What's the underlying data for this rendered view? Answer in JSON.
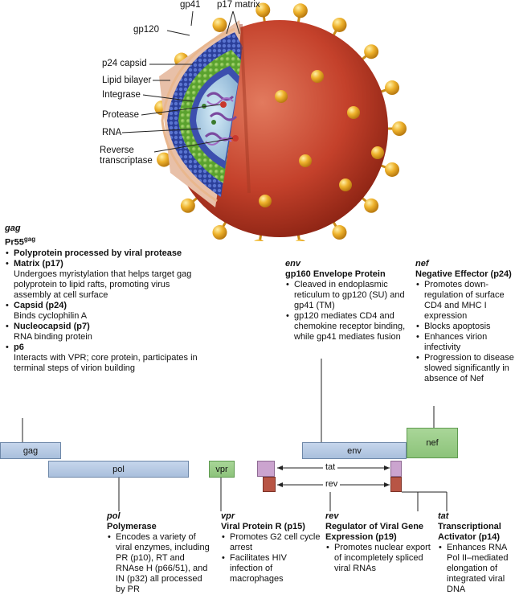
{
  "virus_labels": {
    "gp41": "gp41",
    "p17_matrix": "p17 matrix",
    "gp120": "gp120",
    "p24_capsid": "p24 capsid",
    "lipid_bilayer": "Lipid bilayer",
    "integrase": "Integrase",
    "protease": "Protease",
    "rna": "RNA",
    "reverse_transcriptase_1": "Reverse",
    "reverse_transcriptase_2": "transcriptase"
  },
  "gag_panel": {
    "gene": "gag",
    "protein": "Pr55",
    "protein_sup": "gag",
    "items": [
      {
        "title": "Polyprotein processed by viral protease",
        "desc": ""
      },
      {
        "title": "Matrix (p17)",
        "desc": "Undergoes myristylation that helps target gag polyprotein to lipid rafts, promoting virus assembly at cell surface"
      },
      {
        "title": "Capsid (p24)",
        "desc": "Binds cyclophilin A"
      },
      {
        "title": "Nucleocapsid (p7)",
        "desc": "RNA binding protein"
      },
      {
        "title": "p6",
        "desc": "Interacts with VPR; core protein, participates in terminal steps of virion building"
      }
    ]
  },
  "env_panel": {
    "gene": "env",
    "protein": "gp160 Envelope Protein",
    "bullets": [
      "Cleaved in endoplasmic reticulum to gp120 (SU) and gp41 (TM)",
      "gp120 mediates CD4 and chemokine receptor binding, while gp41 mediates fusion"
    ]
  },
  "nef_panel": {
    "gene": "nef",
    "protein": "Negative Effector (p24)",
    "bullets": [
      "Promotes down-regulation of surface CD4 and MHC I expression",
      "Blocks apoptosis",
      "Enhances virion infectivity",
      "Progression to disease slowed significantly in absence of Nef"
    ]
  },
  "pol_panel": {
    "gene": "pol",
    "protein": "Polymerase",
    "bullets": [
      "Encodes a variety of viral enzymes, including PR (p10), RT and RNAse H (p66/51), and IN (p32) all processed by PR"
    ]
  },
  "vpr_panel": {
    "gene": "vpr",
    "protein": "Viral Protein R (p15)",
    "bullets": [
      "Promotes G2 cell cycle arrest",
      "Facilitates HIV infection of macrophages"
    ]
  },
  "rev_panel": {
    "gene": "rev",
    "protein": "Regulator of Viral Gene Expression (p19)",
    "bullets": [
      "Promotes nuclear export of incompletely spliced viral RNAs"
    ]
  },
  "tat_panel": {
    "gene": "tat",
    "protein": "Transcriptional Activator (p14)",
    "bullets": [
      "Enhances RNA Pol II–mediated elongation of integrated viral DNA"
    ]
  },
  "genome": {
    "gag": "gag",
    "pol": "pol",
    "vpr": "vpr",
    "env": "env",
    "nef": "nef",
    "tat": "tat",
    "rev": "rev"
  },
  "colors": {
    "virion_outer": "#c4412b",
    "lipid_blue": "#2b3f9a",
    "capsid_green": "#6fb33c",
    "spike_gold": "#e7a624",
    "gene_blue": "#b9cce6",
    "gene_green": "#9ccd8a",
    "tat_exon": "#cba4cf",
    "rev_exon": "#b85545"
  }
}
